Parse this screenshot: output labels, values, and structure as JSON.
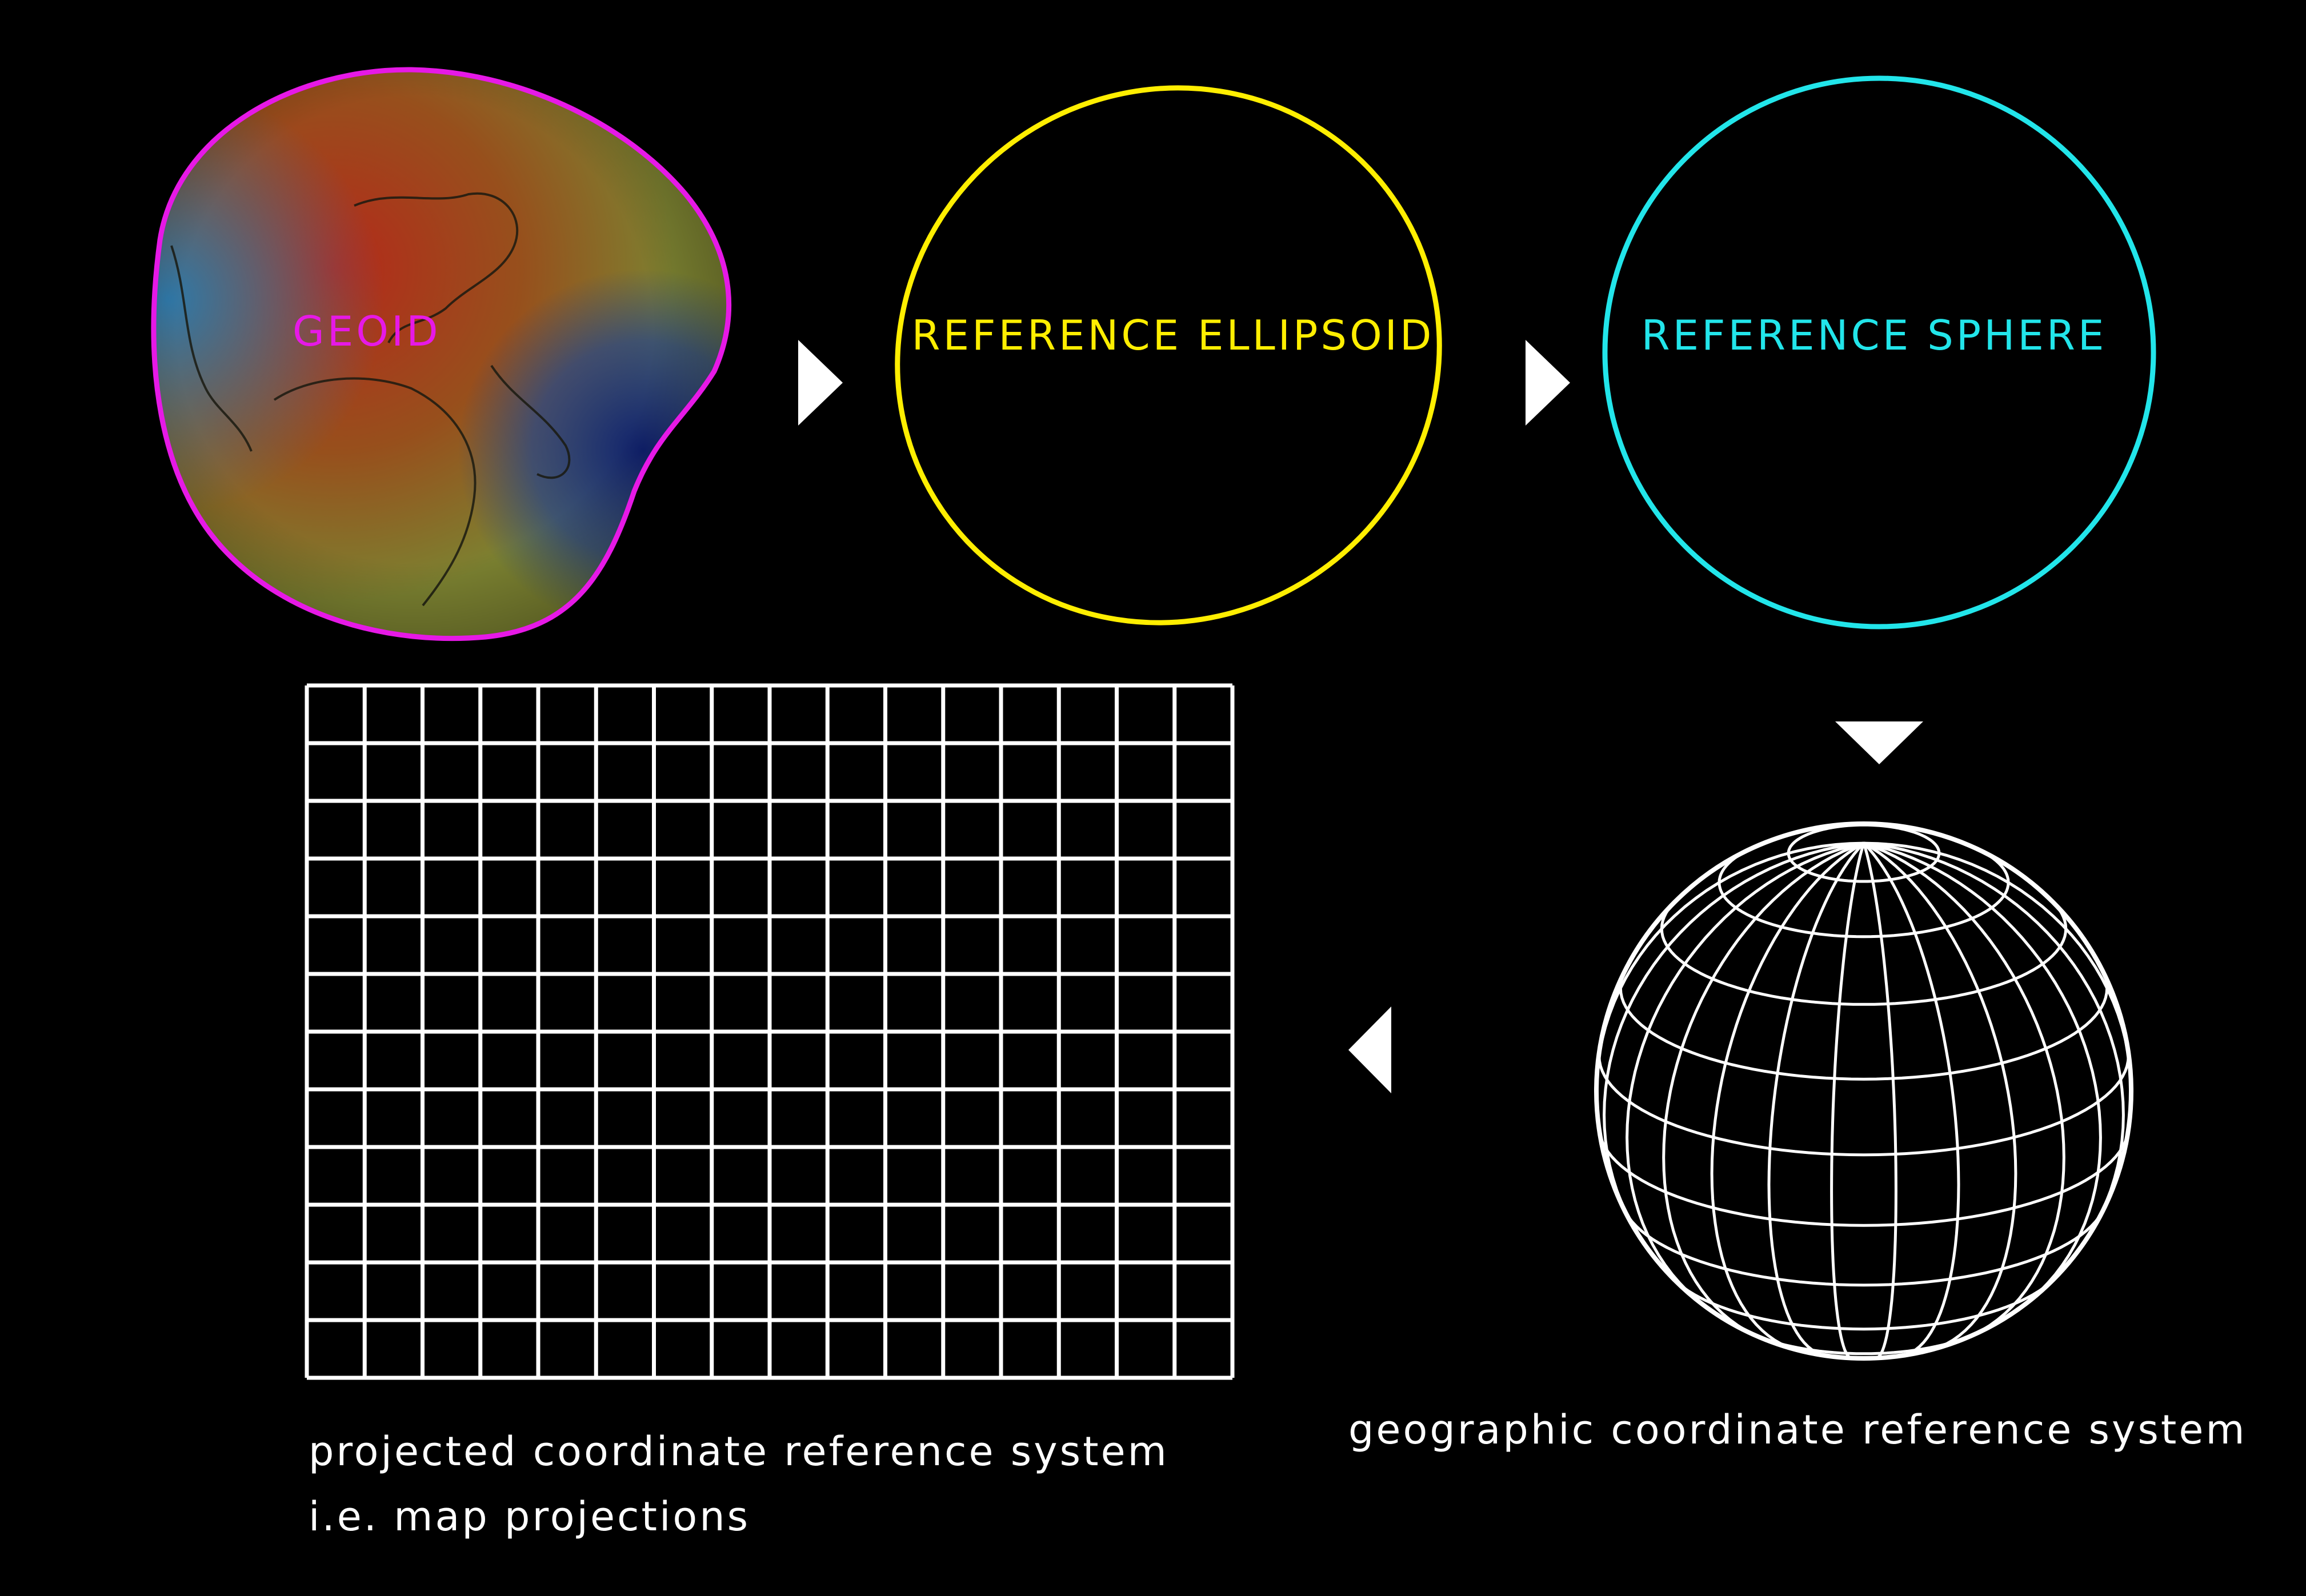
{
  "labels": {
    "geoid": "GEOID",
    "reference_ellipsoid": "REFERENCE ELLIPSOID",
    "reference_sphere": "REFERENCE SPHERE"
  },
  "captions": {
    "geographic_crs": "geographic coordinate reference system",
    "projected_crs_line1": "projected coordinate reference system",
    "projected_crs_line2": "i.e. map projections"
  },
  "colors": {
    "background": "#000000",
    "geoid": "#e619e6",
    "reference_ellipsoid": "#ffee00",
    "reference_sphere": "#22e5ea",
    "grid": "#ffffff",
    "arrows": "#ffffff",
    "captions": "#ffffff"
  },
  "grid": {
    "columns": 16,
    "rows": 12
  },
  "globe": {
    "meridians": 14,
    "parallels": 10
  }
}
